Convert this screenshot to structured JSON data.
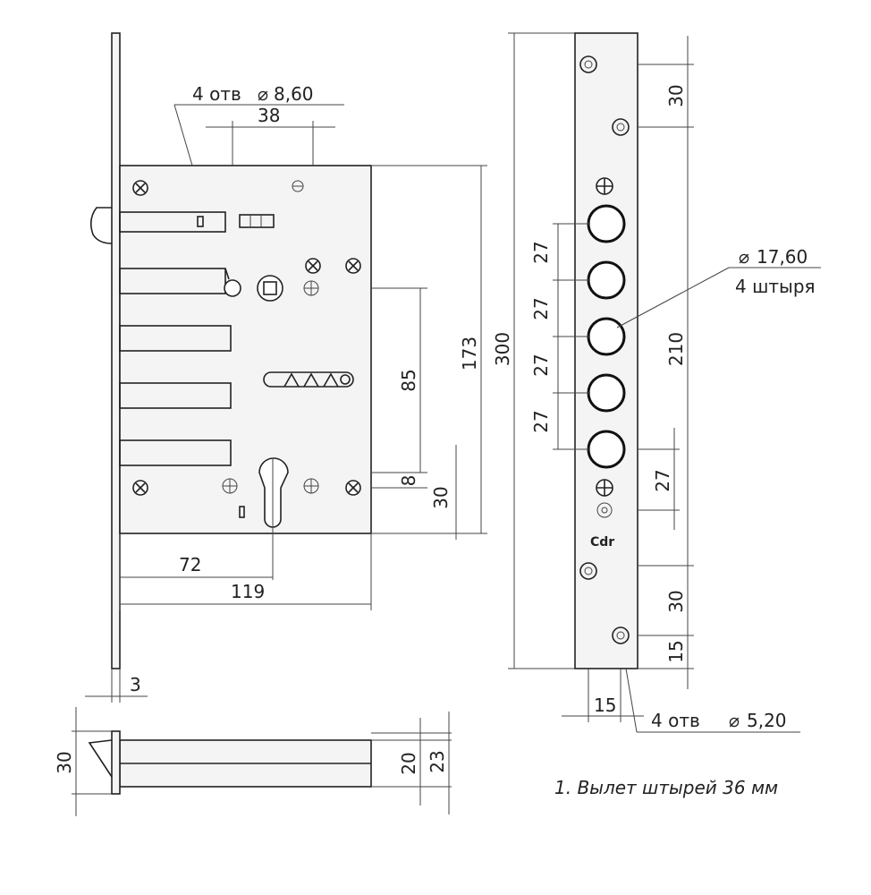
{
  "dimensions": {
    "holes_main": "4 отв",
    "holes_main_dia": "8,60",
    "d38": "38",
    "d173": "173",
    "d300": "300",
    "d85": "85",
    "d8": "8",
    "d30_side": "30",
    "d72": "72",
    "d119": "119",
    "d3": "3",
    "d30_bottom": "30",
    "d20": "20",
    "d23": "23",
    "top30": "30",
    "d27_a": "27",
    "d27_b": "27",
    "d27_c": "27",
    "d27_d": "27",
    "pins_dia": "17,60",
    "pins_count": "4 штыря",
    "d210": "210",
    "d27_right": "27",
    "bottom30": "30",
    "d15_right": "15",
    "d15_bottom": "15",
    "holes_strip": "4 отв",
    "holes_strip_dia": "5,20"
  },
  "note": "1. Вылет штырей 36 мм",
  "logo": "Cdr",
  "diameter_symbol": "⌀"
}
